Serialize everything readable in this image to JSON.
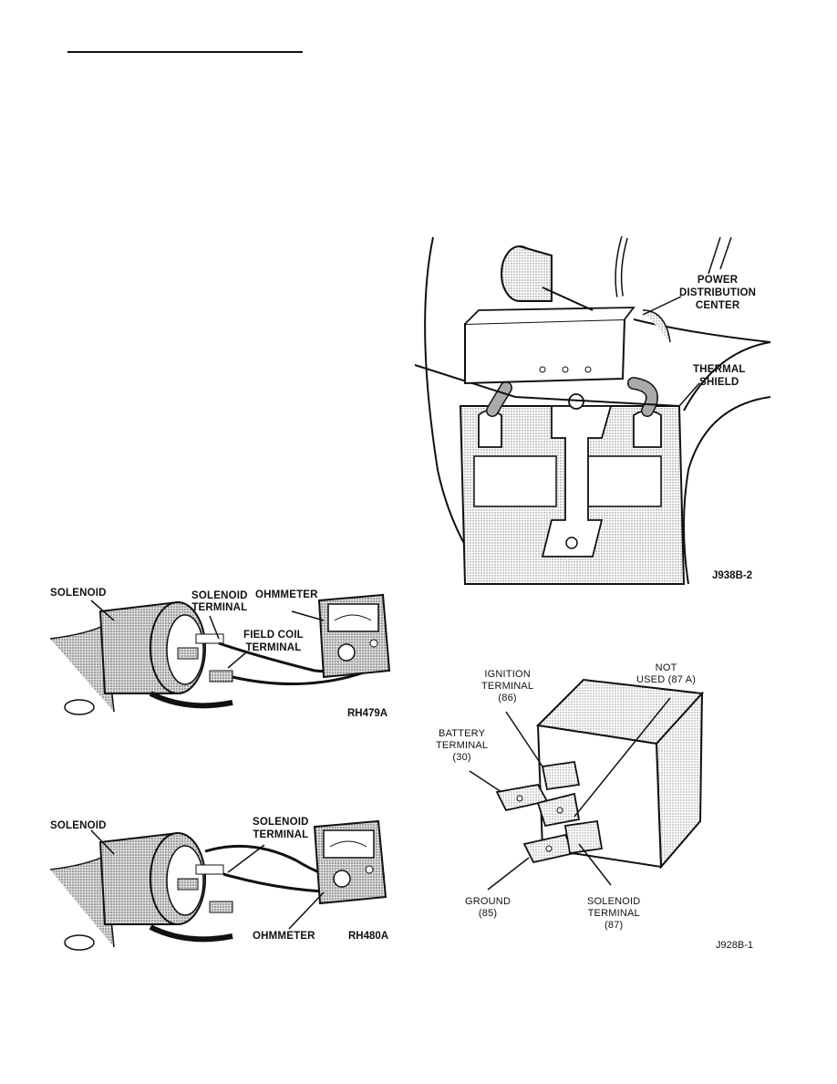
{
  "figures": {
    "pdc": {
      "labels": {
        "power_distribution_center": "POWER\nDISTRIBUTION\nCENTER",
        "thermal_shield": "THERMAL\nSHIELD"
      },
      "figure_id": "J938B-2"
    },
    "relay": {
      "labels": {
        "ignition_terminal": "IGNITION\nTERMINAL\n(86)",
        "not_used": "NOT\nUSED (87 A)",
        "battery_terminal": "BATTERY\nTERMINAL\n(30)",
        "ground": "GROUND\n(85)",
        "solenoid_terminal": "SOLENOID\nTERMINAL\n(87)"
      },
      "figure_id": "J928B-1"
    },
    "test1": {
      "labels": {
        "solenoid": "SOLENOID",
        "solenoid_terminal": "SOLENOID\nTERMINAL",
        "ohmmeter": "OHMMETER",
        "field_coil_terminal": "FIELD COIL\nTERMINAL"
      },
      "figure_id": "RH479A"
    },
    "test2": {
      "labels": {
        "solenoid": "SOLENOID",
        "solenoid_terminal": "SOLENOID\nTERMINAL",
        "ohmmeter": "OHMMETER"
      },
      "figure_id": "RH480A"
    }
  }
}
